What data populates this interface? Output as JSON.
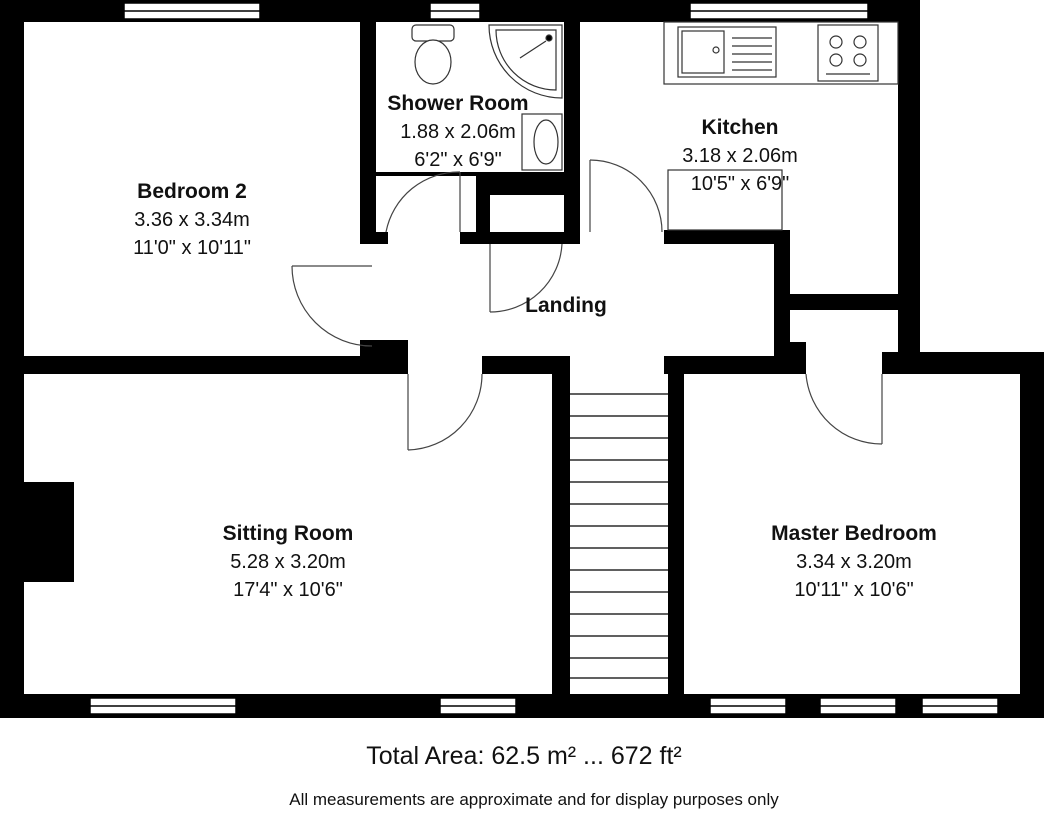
{
  "rooms": {
    "bedroom2": {
      "name": "Bedroom 2",
      "metric": "3.36 x 3.34m",
      "imperial": "11'0\" x 10'11\""
    },
    "shower_room": {
      "name": "Shower Room",
      "metric": "1.88 x 2.06m",
      "imperial": "6'2\" x 6'9\""
    },
    "kitchen": {
      "name": "Kitchen",
      "metric": "3.18 x 2.06m",
      "imperial": "10'5\" x 6'9\""
    },
    "landing": {
      "name": "Landing"
    },
    "sitting_room": {
      "name": "Sitting Room",
      "metric": "5.28 x 3.20m",
      "imperial": "17'4\" x 10'6\""
    },
    "master_bedroom": {
      "name": "Master Bedroom",
      "metric": "3.34 x 3.20m",
      "imperial": "10'11\" x 10'6\""
    }
  },
  "footer": {
    "total_area": "Total Area: 62.5 m² ... 672 ft²",
    "disclaimer": "All measurements are approximate and for display purposes only"
  },
  "colors": {
    "wall": "#000000",
    "background": "#ffffff",
    "fixture_line": "#333333"
  },
  "icons": [
    "toilet-icon",
    "shower-tray-icon",
    "basin-icon",
    "kitchen-sink-icon",
    "hob-icon",
    "staircase-icon",
    "chimney-breast-icon"
  ]
}
